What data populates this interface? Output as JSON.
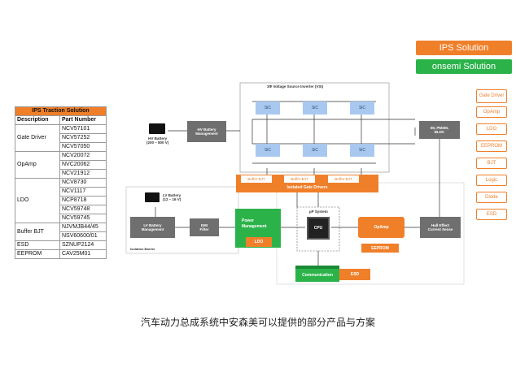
{
  "legend": {
    "ips_label": "IPS Solution",
    "onsemi_label": "onsemi Solution",
    "ips_color": "#f07f2a",
    "onsemi_color": "#2bb34a"
  },
  "side_list": [
    "Gate Driver",
    "OpAmp",
    "LDO",
    "EEPROM",
    "BJT",
    "Logic",
    "Diode",
    "ESD"
  ],
  "table": {
    "title": "IPS Traction Solution",
    "col_description": "Description",
    "col_part": "Part Number",
    "rows": [
      {
        "desc": "Gate Driver",
        "parts": [
          "NCV57101",
          "NCV57252",
          "NCV57050"
        ]
      },
      {
        "desc": "OpAmp",
        "parts": [
          "NCV20072",
          "NVC20062",
          "NCV21912"
        ]
      },
      {
        "desc": "LDO",
        "parts": [
          "NCV8730",
          "NCV1117",
          "NCP8718",
          "NCV59748",
          "NCV59745"
        ]
      },
      {
        "desc": "Buffer BJT",
        "parts": [
          "NJVMJB44/45",
          "NSV60600/01"
        ]
      },
      {
        "desc": "ESD",
        "parts": [
          "SZNUP2124"
        ]
      },
      {
        "desc": "EEPROM",
        "parts": [
          "CAV25M01"
        ]
      }
    ]
  },
  "diagram": {
    "inverter_label": "3Φ Voltage Source Inverter (VSI)",
    "sic_label": "SiC",
    "hv_battery": "HV Battery\n(200 – 800 V)",
    "hv_battery_mgmt": "HV Battery\nManagement",
    "motor": "IM, PMSM,\nBLDC",
    "buffer_bjt": "Buffer BJT",
    "gate_drivers": "Isolated Gate Drivers",
    "lv_battery": "LV Battery\n(12 – 16 V)",
    "lv_battery_mgmt": "LV Battery\nManagement",
    "emi_filter": "EMI\nFilter",
    "power_mgmt": "Power\nManagement",
    "ldo": "LDO",
    "uc_system": "µP System",
    "cpu": "CPU",
    "opamp": "OpAmp",
    "eeprom": "EEPROM",
    "hall_sensor": "Hall Effect\nCurrent Sense",
    "isolation_barrier": "Isolation Barrier",
    "communication": "Communication",
    "esd": "ESD"
  },
  "caption": "汽车动力总成系统中安森美可以提供的部分产品与方案"
}
